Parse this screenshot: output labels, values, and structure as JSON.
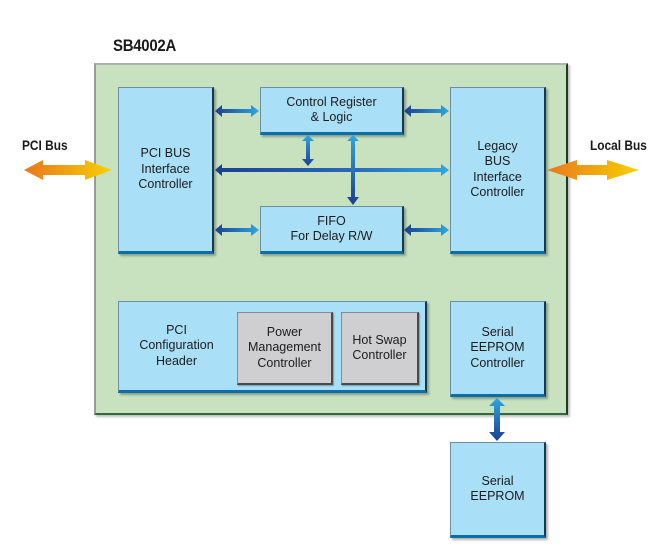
{
  "title": "SB4002A",
  "external_buses": {
    "left": "PCI Bus",
    "right": "Local Bus"
  },
  "blocks": {
    "pci_bus_interface": "PCI BUS\nInterface\nController",
    "control_register": "Control Register\n& Logic",
    "fifo": "FIFO\nFor Delay R/W",
    "legacy_bus_interface": "Legacy\nBUS\nInterface\nController",
    "pci_config_header": "PCI\nConfiguration\nHeader",
    "power_management": "Power\nManagement\nController",
    "hot_swap": "Hot Swap\nController",
    "serial_eeprom_controller": "Serial\nEEPROM\nController",
    "serial_eeprom": "Serial\nEEPROM"
  },
  "colors": {
    "chip_fill": "#c8e2c0",
    "block_fill": "#a9dff7",
    "sub_block_fill": "#cfcfd1",
    "internal_arrow_dark": "#1c3f8f",
    "internal_arrow_light": "#2fa6e0",
    "external_arrow_orange": "#e8781e",
    "external_arrow_yellow": "#f8d000"
  }
}
